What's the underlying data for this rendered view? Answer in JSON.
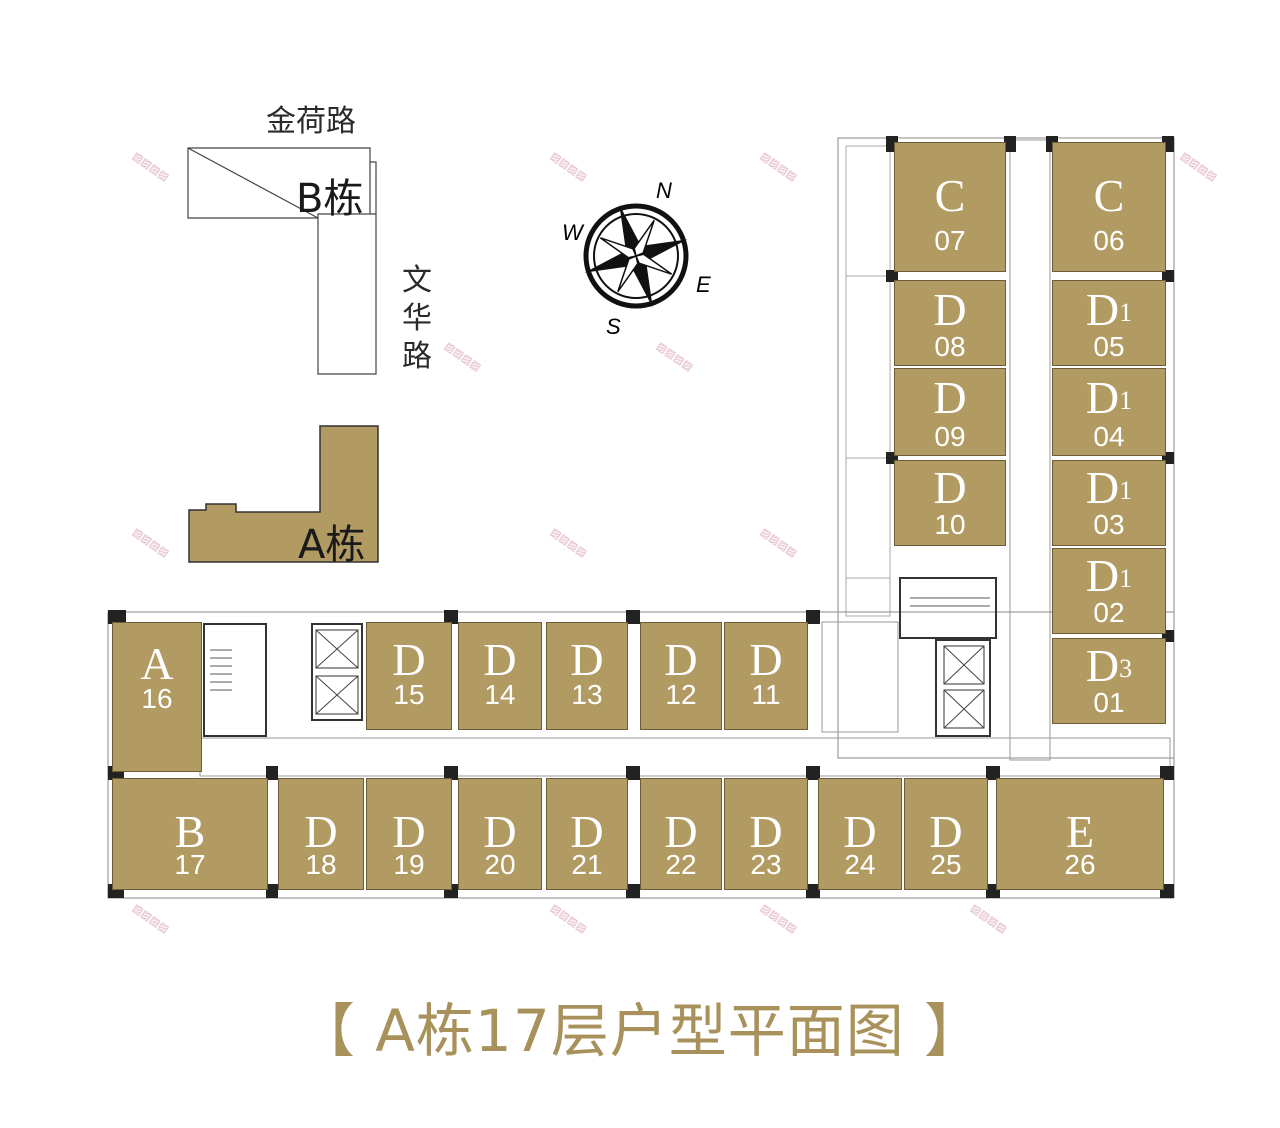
{
  "roads": {
    "north": "金荷路",
    "east": "文华路"
  },
  "buildings": {
    "b": "B栋",
    "a": "A栋"
  },
  "compass": {
    "n": "N",
    "e": "E",
    "s": "S",
    "w": "W"
  },
  "title": "【 A栋17层户型平面图 】",
  "colors": {
    "unit_fill": "#b29b62",
    "title": "#a8915a"
  },
  "units": [
    {
      "type": "C",
      "sub": "",
      "num": "07"
    },
    {
      "type": "C",
      "sub": "",
      "num": "06"
    },
    {
      "type": "D",
      "sub": "",
      "num": "08"
    },
    {
      "type": "D",
      "sub": "1",
      "num": "05"
    },
    {
      "type": "D",
      "sub": "",
      "num": "09"
    },
    {
      "type": "D",
      "sub": "1",
      "num": "04"
    },
    {
      "type": "D",
      "sub": "",
      "num": "10"
    },
    {
      "type": "D",
      "sub": "1",
      "num": "03"
    },
    {
      "type": "D",
      "sub": "1",
      "num": "02"
    },
    {
      "type": "D",
      "sub": "3",
      "num": "01"
    },
    {
      "type": "A",
      "sub": "",
      "num": "16"
    },
    {
      "type": "D",
      "sub": "",
      "num": "15"
    },
    {
      "type": "D",
      "sub": "",
      "num": "14"
    },
    {
      "type": "D",
      "sub": "",
      "num": "13"
    },
    {
      "type": "D",
      "sub": "",
      "num": "12"
    },
    {
      "type": "D",
      "sub": "",
      "num": "11"
    },
    {
      "type": "B",
      "sub": "",
      "num": "17"
    },
    {
      "type": "D",
      "sub": "",
      "num": "18"
    },
    {
      "type": "D",
      "sub": "",
      "num": "19"
    },
    {
      "type": "D",
      "sub": "",
      "num": "20"
    },
    {
      "type": "D",
      "sub": "",
      "num": "21"
    },
    {
      "type": "D",
      "sub": "",
      "num": "22"
    },
    {
      "type": "D",
      "sub": "",
      "num": "23"
    },
    {
      "type": "D",
      "sub": "",
      "num": "24"
    },
    {
      "type": "D",
      "sub": "",
      "num": "25"
    },
    {
      "type": "E",
      "sub": "",
      "num": "26"
    }
  ]
}
